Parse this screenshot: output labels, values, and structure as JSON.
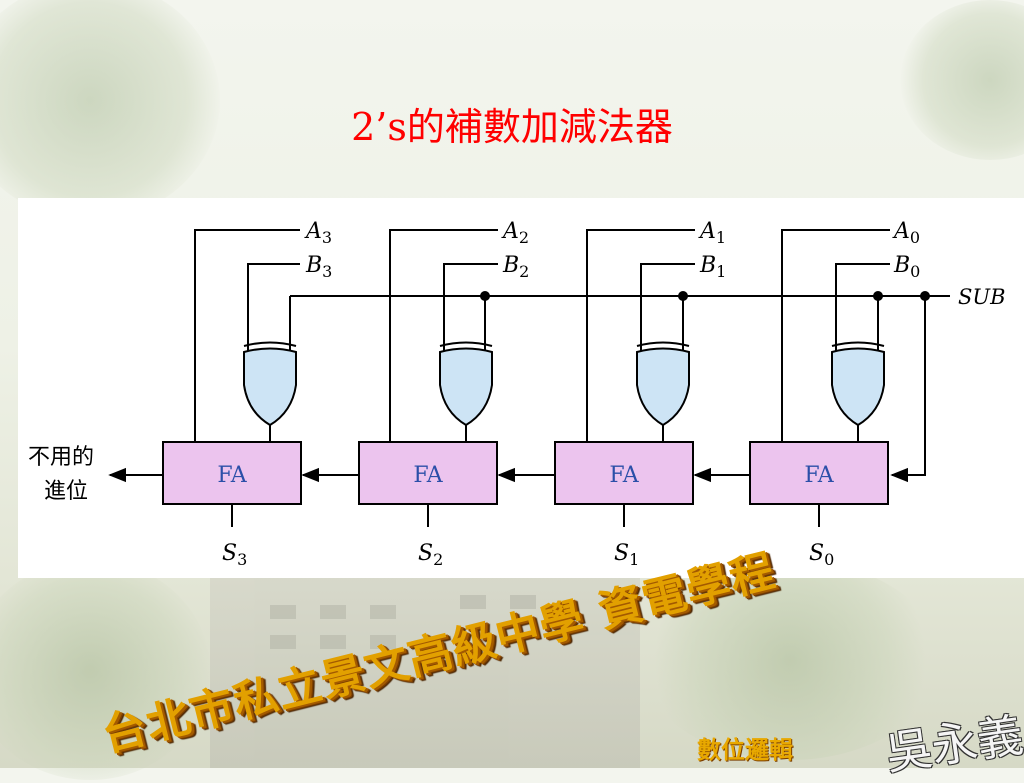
{
  "slide": {
    "title": "2’s的補數加減法器",
    "school_banner": "台北市私立景文高級中學  資電學程",
    "course": "數位邏輯",
    "author": "吳永義"
  },
  "diagram": {
    "inputs_a": [
      "A3",
      "A2",
      "A1",
      "A0"
    ],
    "inputs_b": [
      "B3",
      "B2",
      "B1",
      "B0"
    ],
    "adder_label": "FA",
    "sums": [
      "S3",
      "S2",
      "S1",
      "S0"
    ],
    "control": "SUB",
    "carry_out_line1": "不用的",
    "carry_out_line2": "進位"
  },
  "colors": {
    "title": "#ff0000",
    "xor_fill": "#cde4f5",
    "fa_fill": "#ecc4ee",
    "fa_text": "#2b4fa8",
    "banner": "#e2a000"
  }
}
